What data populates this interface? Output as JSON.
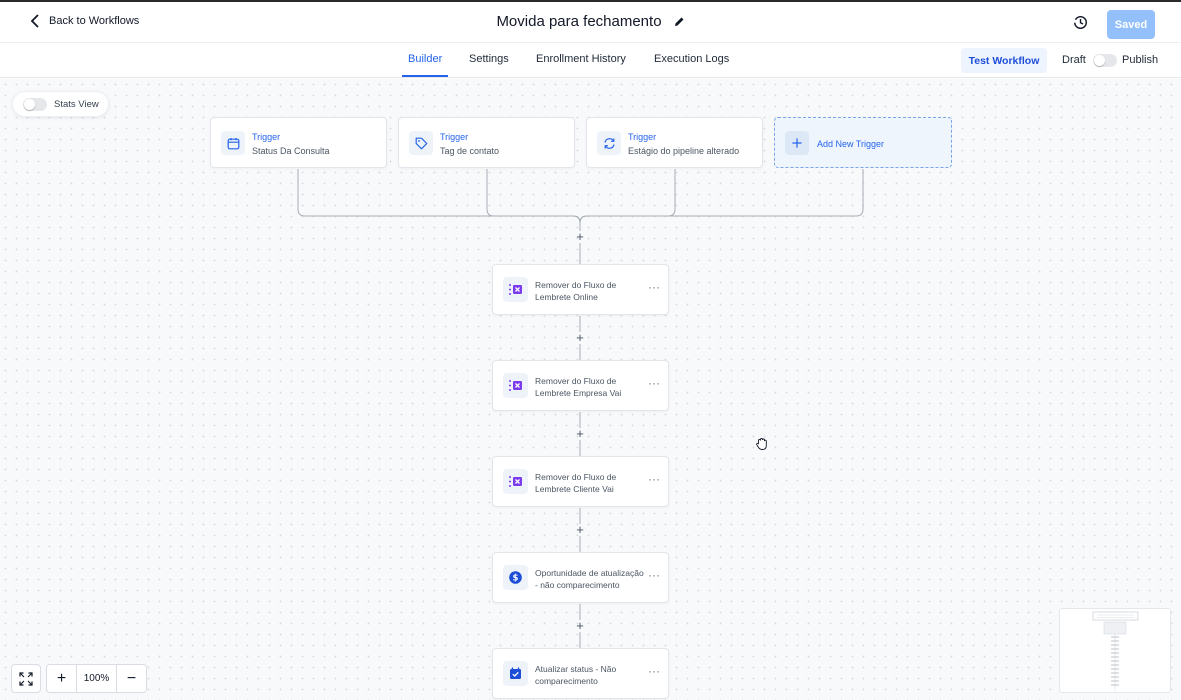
{
  "header": {
    "back_label": "Back to Workflows",
    "title": "Movida para fechamento",
    "saved_label": "Saved"
  },
  "tabs": [
    {
      "label": "Builder",
      "active": true
    },
    {
      "label": "Settings",
      "active": false
    },
    {
      "label": "Enrollment History",
      "active": false
    },
    {
      "label": "Execution Logs",
      "active": false
    }
  ],
  "toolbar": {
    "test_label": "Test Workflow",
    "draft_label": "Draft",
    "publish_label": "Publish"
  },
  "canvas": {
    "stats_label": "Stats View",
    "triggers": [
      {
        "label": "Trigger",
        "subtitle": "Status Da Consulta",
        "icon": "calendar-icon"
      },
      {
        "label": "Trigger",
        "subtitle": "Tag de contato",
        "icon": "tag-icon"
      },
      {
        "label": "Trigger",
        "subtitle": "Estágio do pipeline alterado",
        "icon": "refresh-icon"
      }
    ],
    "add_trigger_label": "Add New Trigger",
    "actions": [
      {
        "line1": "Remover do Fluxo de",
        "line2": "Lembrete Online",
        "icon": "remove-workflow-icon"
      },
      {
        "line1": "Remover do Fluxo de",
        "line2": "Lembrete Empresa Vai",
        "icon": "remove-workflow-icon"
      },
      {
        "line1": "Remover do Fluxo de",
        "line2": "Lembrete Cliente Vai",
        "icon": "remove-workflow-icon"
      },
      {
        "line1": "Oportunidade de atualização",
        "line2": "- não comparecimento",
        "icon": "dollar-icon"
      },
      {
        "line1": "Atualizar status - Não",
        "line2": "comparecimento",
        "icon": "calendar-check-icon"
      }
    ],
    "more_label": "···",
    "zoom_level": "100%"
  },
  "colors": {
    "accent": "#2563eb",
    "saved_button": "#93c0fb",
    "purple_icon": "#7c3aed"
  }
}
